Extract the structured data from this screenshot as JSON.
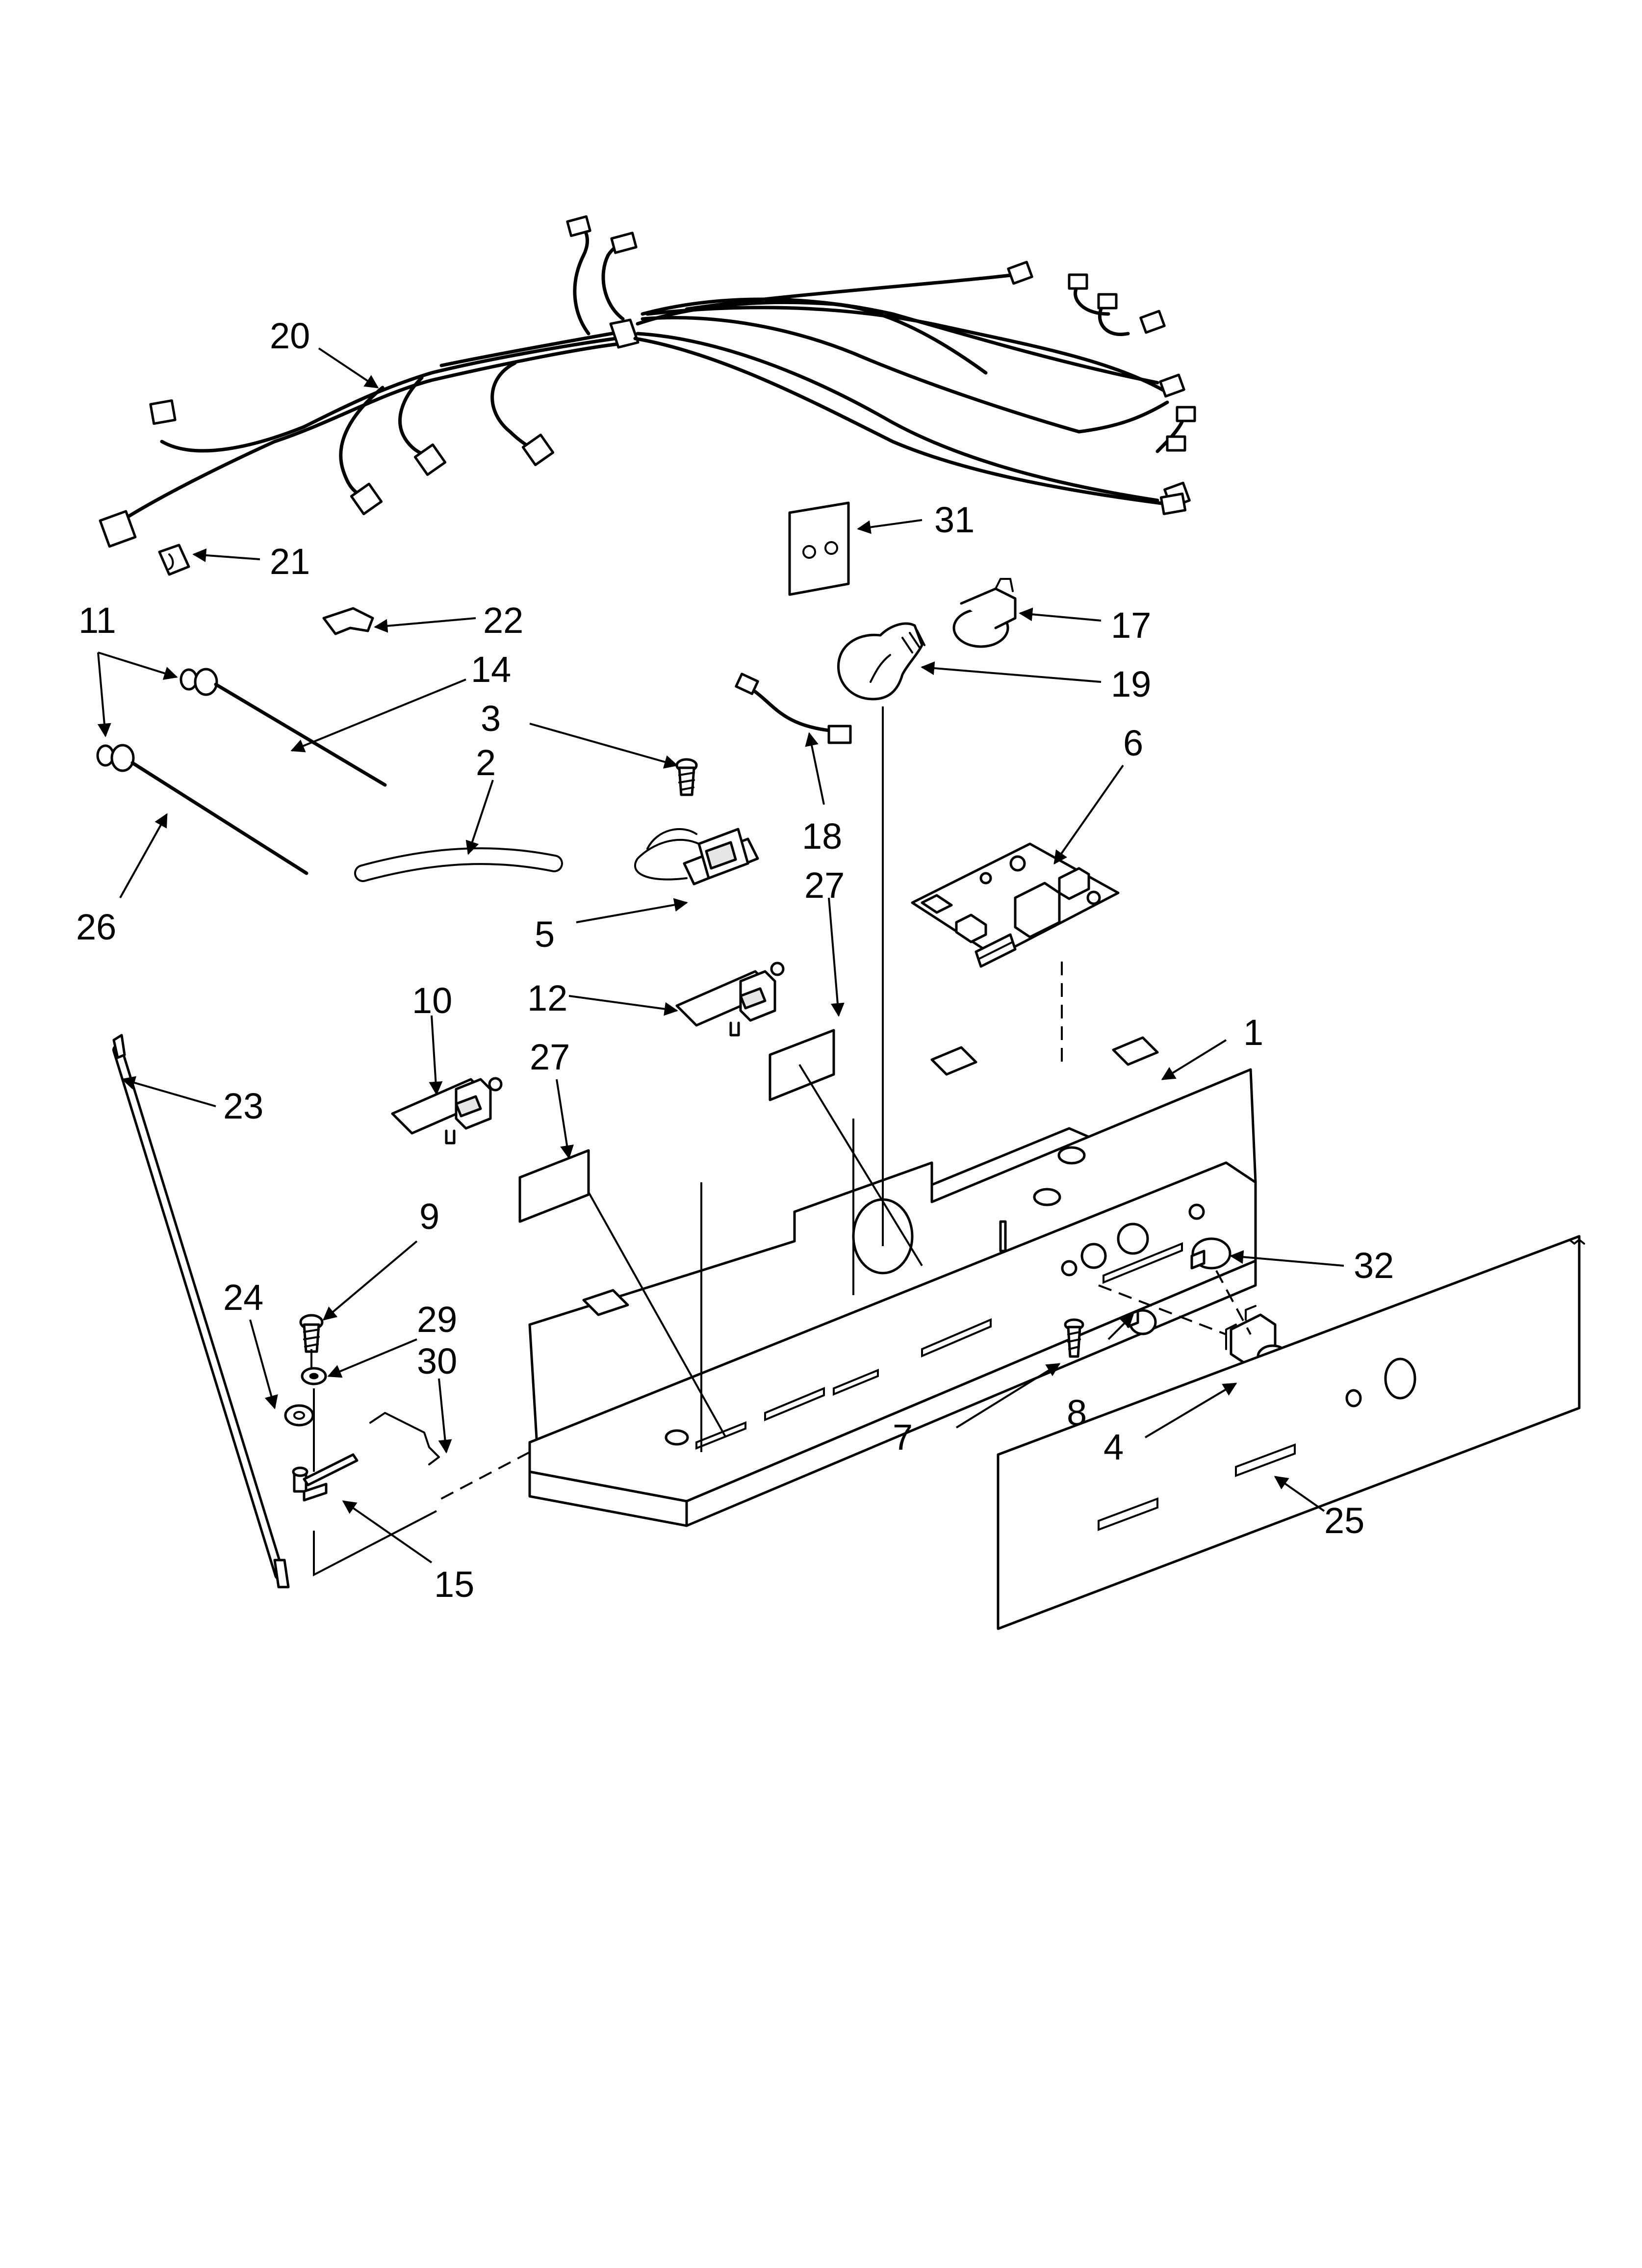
{
  "callouts": {
    "c1": "1",
    "c2": "2",
    "c3": "3",
    "c4": "4",
    "c5": "5",
    "c6": "6",
    "c7": "7",
    "c8": "8",
    "c9": "9",
    "c10": "10",
    "c11": "11",
    "c12": "12",
    "c14": "14",
    "c15": "15",
    "c17": "17",
    "c18": "18",
    "c19": "19",
    "c20": "20",
    "c21": "21",
    "c22": "22",
    "c23": "23",
    "c24": "24",
    "c25": "25",
    "c26": "26",
    "c27a": "27",
    "c27b": "27",
    "c29": "29",
    "c30": "30",
    "c31": "31",
    "c32": "32"
  }
}
